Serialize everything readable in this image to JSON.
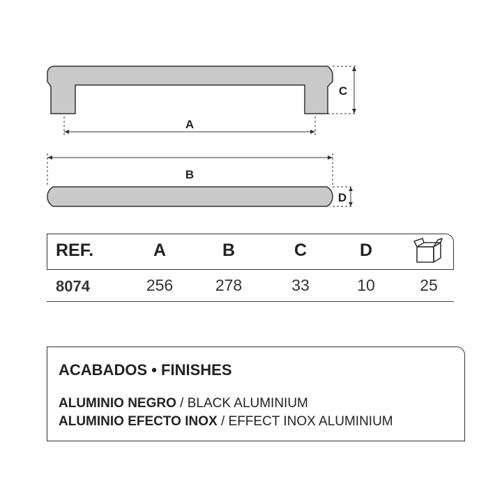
{
  "dimension_labels": {
    "a": "A",
    "b": "B",
    "c": "C",
    "d": "D"
  },
  "spec_table": {
    "headers": {
      "ref": "REF.",
      "a": "A",
      "b": "B",
      "c": "C",
      "d": "D",
      "box_icon": "box-icon"
    },
    "row": {
      "ref": "8074",
      "a": "256",
      "b": "278",
      "c": "33",
      "d": "10",
      "qty": "25"
    }
  },
  "finishes": {
    "title": "ACABADOS • FINISHES",
    "items": [
      {
        "es": "ALUMINIO NEGRO",
        "sep": " / ",
        "en": "BLACK ALUMINIUM"
      },
      {
        "es": "ALUMINIO EFECTO INOX",
        "sep": " / ",
        "en": "EFFECT INOX ALUMINIUM"
      }
    ]
  },
  "colors": {
    "handle_fill": "#c9c9c9",
    "outline": "#333333",
    "text": "#222222"
  }
}
